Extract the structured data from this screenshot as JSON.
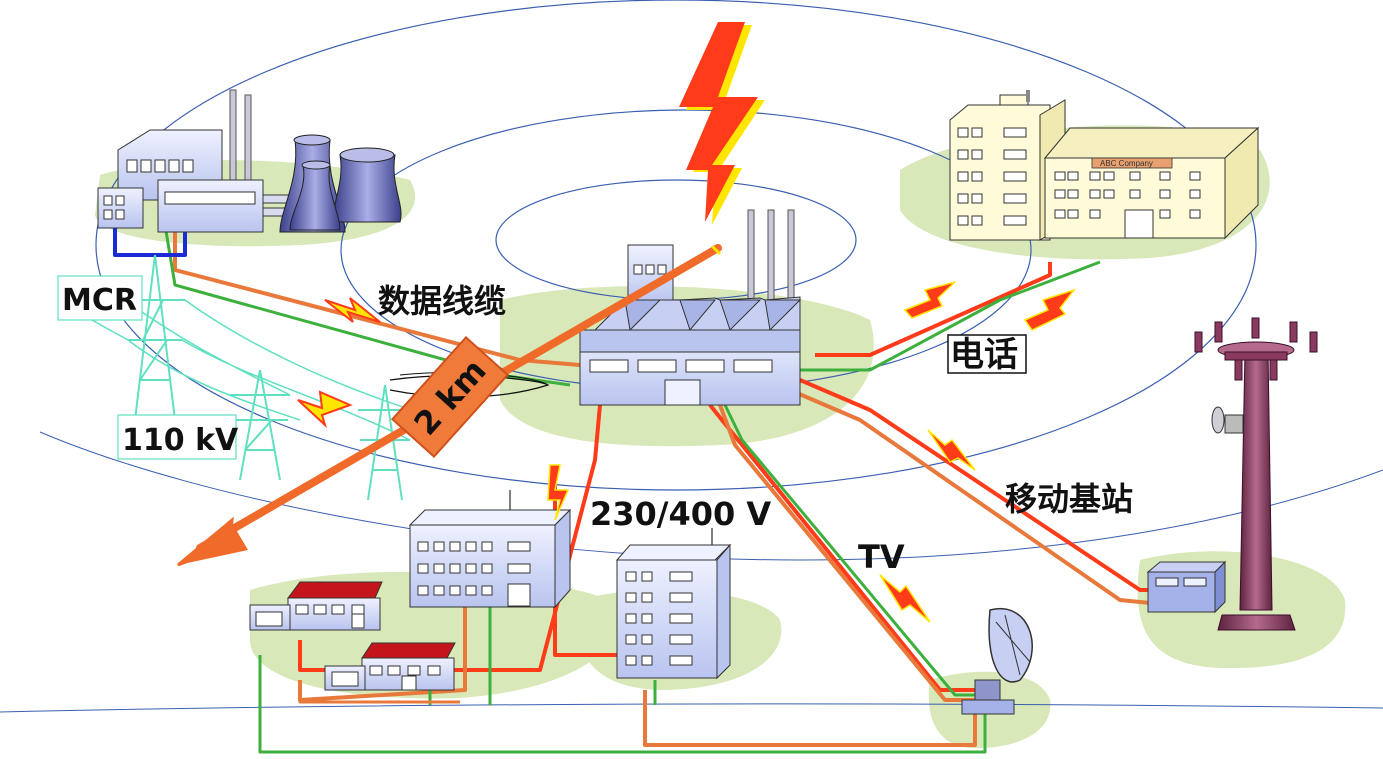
{
  "labels": {
    "mcr": "MCR",
    "kv110": "110 kV",
    "data_cable": "数据线缆",
    "phone": "电话",
    "mobile_station": "移动基站",
    "v230_400": "230/400 V",
    "tv": "TV",
    "distance": "2 km",
    "company_sign": "ABC Company"
  },
  "colors": {
    "red_line": "#ff3b1a",
    "orange_line": "#e8793a",
    "green_line": "#3cb03c",
    "blue_line": "#1a2ad6",
    "lightning_red": "#ff3b1a",
    "lightning_yellow": "#ffe600",
    "ground_patch": "#d8e8b8",
    "ellipse_stroke": "#3a5fb0",
    "building_face": "#dfe6fb",
    "building_yellow": "#fffbd9",
    "tower_pylon": "#5fe0c0",
    "distance_arrow": "#f06a2a",
    "telecom_tower": "#8a3a5e"
  }
}
